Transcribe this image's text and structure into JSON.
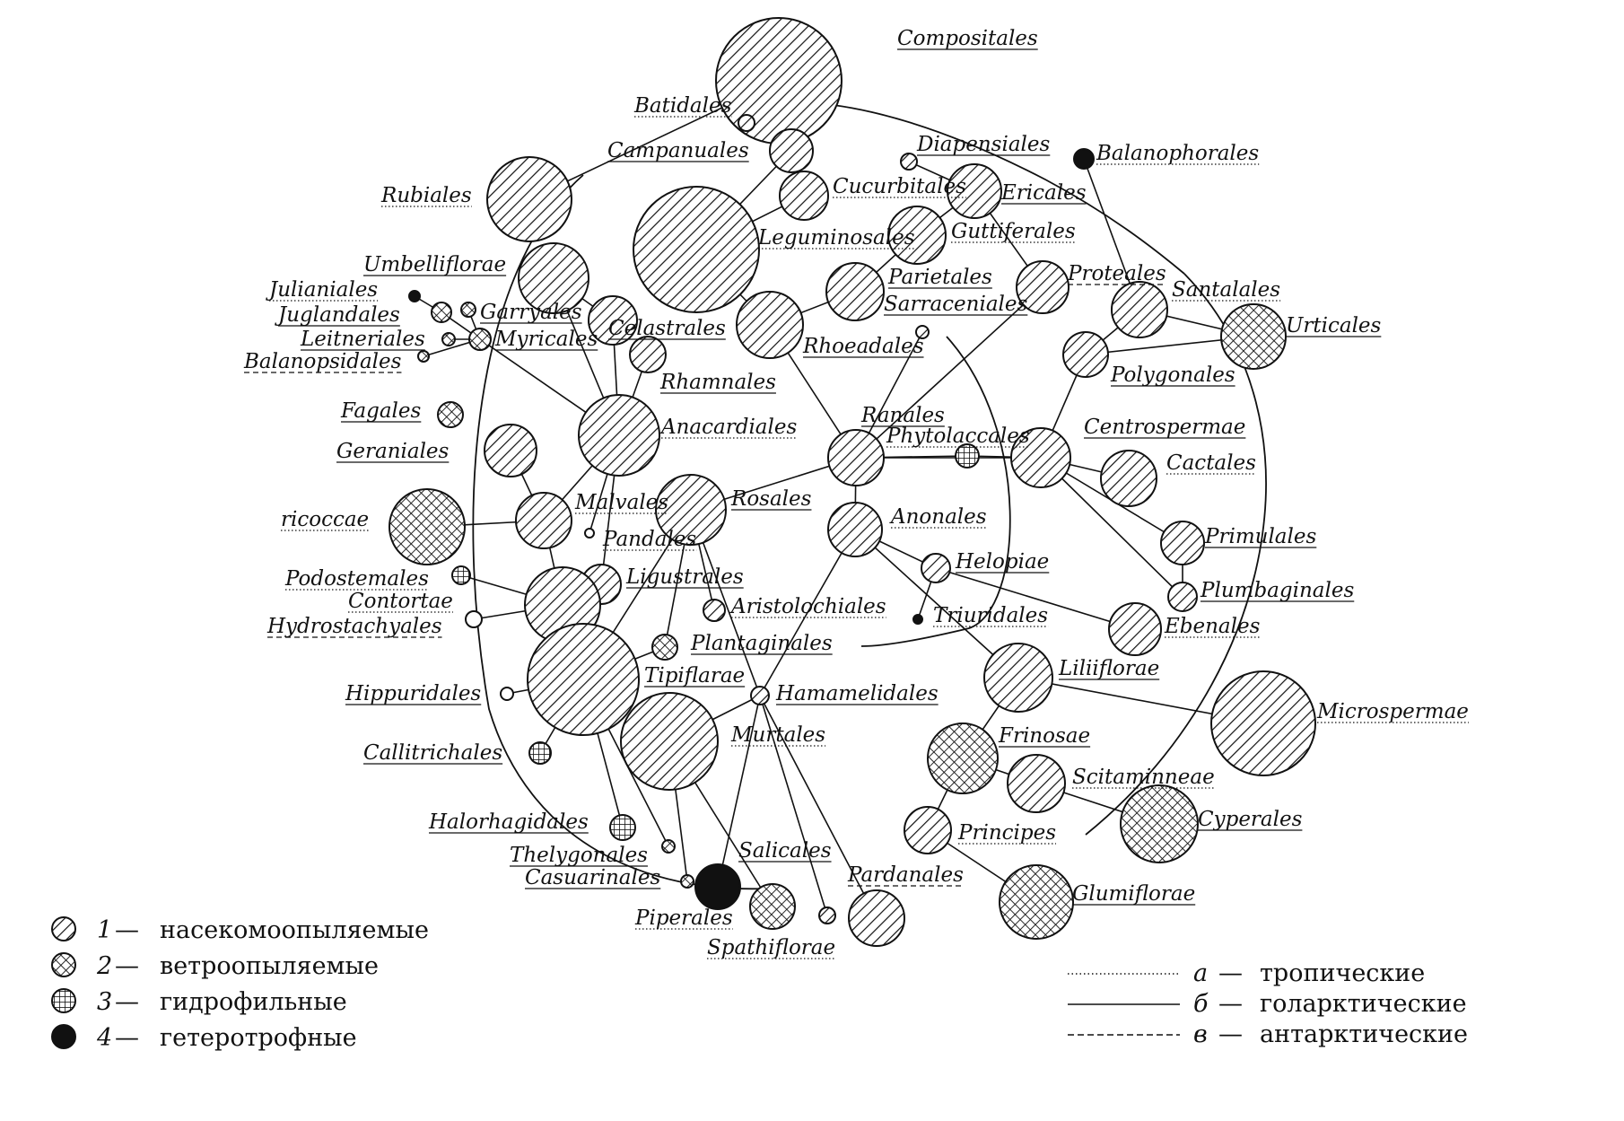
{
  "colors": {
    "ink": "#111111",
    "paper": "#ffffff"
  },
  "pattern_names": {
    "diag": "diagonal-hatch",
    "cross": "cross-hatch",
    "grid": "square-grid",
    "black": "solid-black",
    "ring": "open-ring"
  },
  "nodes": [
    {
      "id": "compositales",
      "label": "Compositales",
      "u": "solid",
      "p": "diag"
    },
    {
      "id": "batidales",
      "label": "Batidales",
      "u": "dot",
      "p": "diag"
    },
    {
      "id": "campanuales",
      "label": "Campanuales",
      "u": "solid",
      "p": "diag"
    },
    {
      "id": "diapensiales",
      "label": "Diapensiales",
      "u": "solid",
      "p": "diag"
    },
    {
      "id": "balanophorales",
      "label": "Balanophorales",
      "u": "dot",
      "p": "black"
    },
    {
      "id": "cucurbitales",
      "label": "Cucurbitales",
      "u": "dot",
      "p": "diag"
    },
    {
      "id": "ericales",
      "label": "Ericales",
      "u": "solid",
      "p": "diag"
    },
    {
      "id": "rubiales",
      "label": "Rubiales",
      "u": "dot",
      "p": "diag"
    },
    {
      "id": "guttiferales",
      "label": "Guttiferales",
      "u": "dot",
      "p": "diag"
    },
    {
      "id": "leguminosales",
      "label": "Leguminosales",
      "u": "dot",
      "p": "diag"
    },
    {
      "id": "umbelliflorae",
      "label": "Umbelliflorae",
      "u": "solid",
      "p": "diag"
    },
    {
      "id": "parietales",
      "label": "Parietales",
      "u": "solid",
      "p": "diag"
    },
    {
      "id": "proteales",
      "label": "Proteales",
      "u": "dash",
      "p": "diag"
    },
    {
      "id": "santalales",
      "label": "Santalales",
      "u": "dot",
      "p": "diag"
    },
    {
      "id": "julianiales",
      "label": "Julianiales",
      "u": "dot",
      "p": "black"
    },
    {
      "id": "juglandales",
      "label": "Juglandales",
      "u": "solid",
      "p": "cross"
    },
    {
      "id": "garryales",
      "label": "Garryales",
      "u": "solid",
      "p": "cross"
    },
    {
      "id": "sarraceniales",
      "label": "Sarraceniales",
      "u": "solid",
      "p": "diag"
    },
    {
      "id": "urticales",
      "label": "Urticales",
      "u": "solid",
      "p": "cross"
    },
    {
      "id": "leitneriales",
      "label": "Leitneriales",
      "u": "solid",
      "p": "cross"
    },
    {
      "id": "myricales",
      "label": "Myricales",
      "u": "solid",
      "p": "cross"
    },
    {
      "id": "celastrales",
      "label": "Celastrales",
      "u": "solid",
      "p": "diag"
    },
    {
      "id": "balanopsidales",
      "label": "Balanopsidales",
      "u": "dash",
      "p": "cross"
    },
    {
      "id": "rhoeadales",
      "label": "Rhoeadales",
      "u": "solid",
      "p": "diag"
    },
    {
      "id": "polygonales",
      "label": "Polygonales",
      "u": "solid",
      "p": "diag"
    },
    {
      "id": "rhamnales",
      "label": "Rhamnales",
      "u": "solid",
      "p": "diag"
    },
    {
      "id": "fagales",
      "label": "Fagales",
      "u": "solid",
      "p": "cross"
    },
    {
      "id": "ranales",
      "label": "Ranales",
      "u": "solid",
      "p": "diag"
    },
    {
      "id": "anacardiales",
      "label": "Anacardiales",
      "u": "dot",
      "p": "diag"
    },
    {
      "id": "centrospermae",
      "label": "Centrospermae",
      "u": "solid",
      "p": "diag"
    },
    {
      "id": "phytolaccales",
      "label": "Phytolaccales",
      "u": "dot",
      "p": "grid"
    },
    {
      "id": "geraniales",
      "label": "Geraniales",
      "u": "solid",
      "p": "diag"
    },
    {
      "id": "cactales",
      "label": "Cactales",
      "u": "dot",
      "p": "diag"
    },
    {
      "id": "malvales",
      "label": "Malvales",
      "u": "dot",
      "p": "diag"
    },
    {
      "id": "rosales",
      "label": "Rosales",
      "u": "solid",
      "p": "diag"
    },
    {
      "id": "anonales",
      "label": "Anonales",
      "u": "dot",
      "p": "diag"
    },
    {
      "id": "ricoccae",
      "label": "ricoccae",
      "u": "dot",
      "p": "cross"
    },
    {
      "id": "pandales",
      "label": "Pandales",
      "u": "dot",
      "p": "ring"
    },
    {
      "id": "primulales",
      "label": "Primulales",
      "u": "solid",
      "p": "diag"
    },
    {
      "id": "helopiae",
      "label": "Helopiae",
      "u": "solid",
      "p": "diag"
    },
    {
      "id": "podostemales",
      "label": "Podostemales",
      "u": "dot",
      "p": "grid"
    },
    {
      "id": "ligustrales",
      "label": "Ligustrales",
      "u": "solid",
      "p": "diag"
    },
    {
      "id": "plumbaginales",
      "label": "Plumbaginales",
      "u": "solid",
      "p": "diag"
    },
    {
      "id": "contortae",
      "label": "Contortae",
      "u": "dot",
      "p": "diag"
    },
    {
      "id": "aristolochiales",
      "label": "Aristolochiales",
      "u": "dot",
      "p": "diag"
    },
    {
      "id": "triuridales",
      "label": "Triuridales",
      "u": "dot",
      "p": "black"
    },
    {
      "id": "hydrostachyales",
      "label": "Hydrostachyales",
      "u": "dash",
      "p": "ring"
    },
    {
      "id": "ebenales",
      "label": "Ebenales",
      "u": "dot",
      "p": "diag"
    },
    {
      "id": "plantaginales",
      "label": "Plantaginales",
      "u": "solid",
      "p": "cross"
    },
    {
      "id": "liliiflorae",
      "label": "Liliiflorae",
      "u": "solid",
      "p": "diag"
    },
    {
      "id": "tipiflarae",
      "label": "Tipiflarae",
      "u": "solid",
      "p": "diag"
    },
    {
      "id": "microspermae",
      "label": "Microspermae",
      "u": "dot",
      "p": "diag"
    },
    {
      "id": "hippuridales",
      "label": "Hippuridales",
      "u": "solid",
      "p": "ring"
    },
    {
      "id": "hamamelidales",
      "label": "Hamamelidales",
      "u": "solid",
      "p": "diag"
    },
    {
      "id": "murtales",
      "label": "Murtales",
      "u": "dot",
      "p": "diag"
    },
    {
      "id": "frinosae",
      "label": "Frinosae",
      "u": "solid",
      "p": "cross"
    },
    {
      "id": "callitrichales",
      "label": "Callitrichales",
      "u": "solid",
      "p": "grid"
    },
    {
      "id": "scitaminneae",
      "label": "Scitaminneae",
      "u": "dot",
      "p": "diag"
    },
    {
      "id": "cyperales",
      "label": "Cyperales",
      "u": "solid",
      "p": "cross"
    },
    {
      "id": "halorhagidales",
      "label": "Halorhagidales",
      "u": "solid",
      "p": "grid"
    },
    {
      "id": "salicales",
      "label": "Salicales",
      "u": "solid",
      "p": "cross"
    },
    {
      "id": "principes",
      "label": "Principes",
      "u": "dot",
      "p": "diag"
    },
    {
      "id": "thelygonales",
      "label": "Thelygonales",
      "u": "solid",
      "p": "cross"
    },
    {
      "id": "pardanales",
      "label": "Pardanales",
      "u": "dash",
      "p": "diag"
    },
    {
      "id": "casuarinales",
      "label": "Casuarinales",
      "u": "solid",
      "p": "cross"
    },
    {
      "id": "glumiflorae",
      "label": "Glumiflorae",
      "u": "solid",
      "p": "cross"
    },
    {
      "id": "piperales",
      "label": "Piperales",
      "u": "dot",
      "p": "black"
    },
    {
      "id": "spathiflorae",
      "label": "Spathiflorae",
      "u": "dot",
      "p": "diag"
    }
  ],
  "legend": {
    "pollination": [
      {
        "num": "1",
        "dash": "—",
        "text": "насекомоопыляемые",
        "p": "diag"
      },
      {
        "num": "2",
        "dash": "—",
        "text": "ветроопыляемые",
        "p": "cross"
      },
      {
        "num": "3",
        "dash": "—",
        "text": "гидрофильные",
        "p": "grid"
      },
      {
        "num": "4",
        "dash": "—",
        "text": "гетеротрофные",
        "p": "black"
      }
    ],
    "realms": [
      {
        "letter": "а",
        "dash": "—",
        "text": "тропические",
        "style": "dot"
      },
      {
        "letter": "б",
        "dash": "—",
        "text": "голарктические",
        "style": "solid"
      },
      {
        "letter": "в",
        "dash": "—",
        "text": "антарктические",
        "style": "dash"
      }
    ]
  }
}
